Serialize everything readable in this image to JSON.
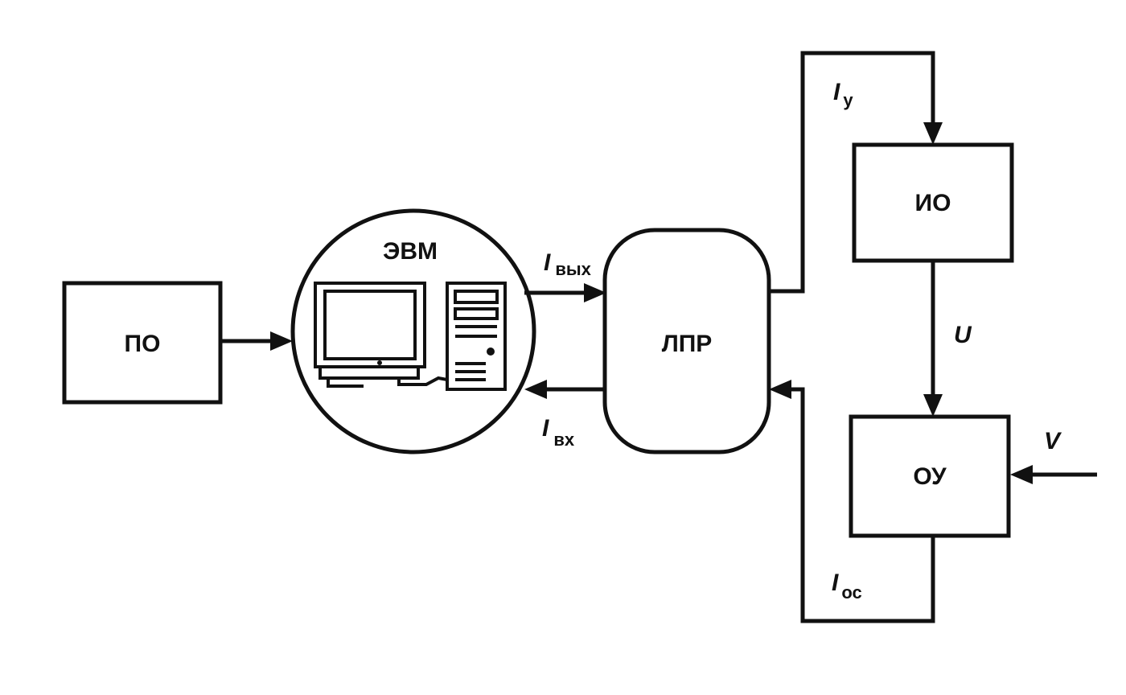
{
  "blocks": {
    "po": "ПО",
    "evm": "ЭВМ",
    "lpr": "ЛПР",
    "io": "ИО",
    "ou": "ОУ"
  },
  "signals": {
    "i_vyh": {
      "main": "I",
      "sub": "вых"
    },
    "i_vh": {
      "main": "I",
      "sub": "вх"
    },
    "i_y": {
      "main": "I",
      "sub": "у"
    },
    "i_os": {
      "main": "I",
      "sub": "ос"
    },
    "u": "U",
    "v": "V"
  },
  "icons": [
    "computer-monitor-icon",
    "system-unit-icon"
  ],
  "colors": {
    "ink": "#111111",
    "background": "#ffffff"
  }
}
